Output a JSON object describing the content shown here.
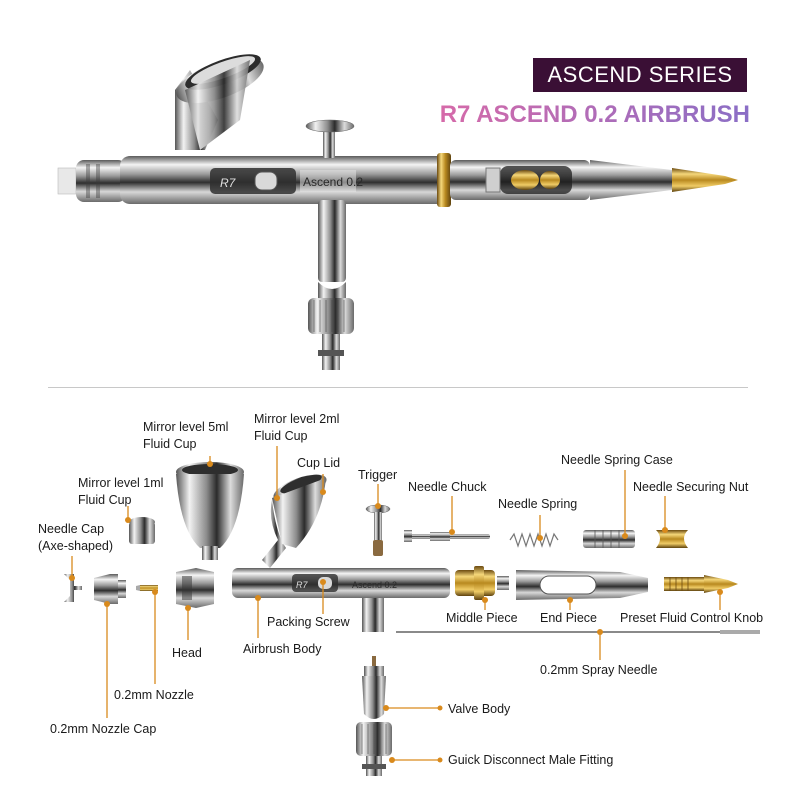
{
  "header": {
    "series_badge": "ASCEND SERIES",
    "product_title": "R7 ASCEND 0.2 AIRBRUSH"
  },
  "engraving": {
    "logo": "R7",
    "model": "Ascend 0.2"
  },
  "parts": {
    "mirror_cup_5ml": "Mirror level 5ml Fluid Cup",
    "mirror_cup_2ml": "Mirror level 2ml Fluid Cup",
    "cup_lid": "Cup Lid",
    "trigger": "Trigger",
    "needle_chuck": "Needle Chuck",
    "needle_spring": "Needle Spring",
    "needle_spring_case": "Needle Spring Case",
    "needle_securing_nut": "Needle Securing Nut",
    "mirror_cup_1ml": "Mirror level 1ml Fluid Cup",
    "needle_cap": "Needle Cap (Axe-shaped)",
    "head": "Head",
    "airbrush_body": "Airbrush Body",
    "packing_screw": "Packing Screw",
    "middle_piece": "Middle Piece",
    "end_piece": "End Piece",
    "preset_fluid_control_knob": "Preset Fluid Control Knob",
    "spray_needle": "0.2mm Spray Needle",
    "nozzle": "0.2mm Nozzle",
    "nozzle_cap": "0.2mm Nozzle Cap",
    "valve_body": "Valve Body",
    "quick_disconnect": "Guick Disconnect Male Fitting"
  },
  "colors": {
    "badge_bg": "#3a0f35",
    "title_gradient_start": "#d86aa8",
    "title_gradient_end": "#8a6ec6",
    "callout": "#d98a1c",
    "chrome_dark": "#4a4a4a",
    "brass": "#c89a2e"
  }
}
